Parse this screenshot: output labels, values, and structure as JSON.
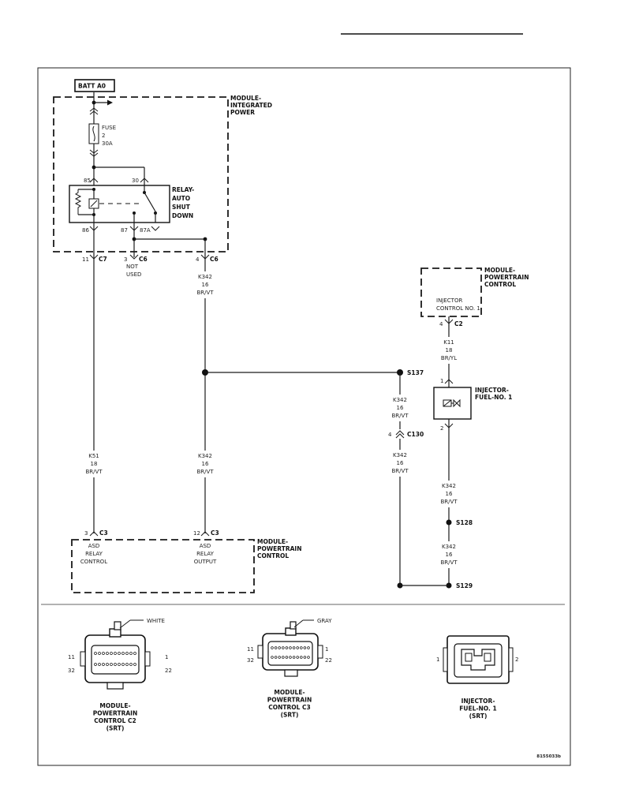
{
  "diagram": {
    "code": "8155033b",
    "batt_label": "BATT A0",
    "modules": {
      "integrated_power": "MODULE-\nINTEGRATED\nPOWER",
      "pcm_top": "MODULE-\nPOWERTRAIN\nCONTROL",
      "pcm_bottom": "MODULE-\nPOWERTRAIN\nCONTROL"
    },
    "fuse": {
      "label": "FUSE",
      "number": "2",
      "rating": "30A"
    },
    "relay": {
      "name": "RELAY-\nAUTO\nSHUT\nDOWN",
      "pins": [
        "85",
        "30",
        "86",
        "87",
        "87A"
      ]
    },
    "connectors": {
      "c7": {
        "pin": "11",
        "name": "C7"
      },
      "c6a": {
        "pin": "3",
        "name": "C6",
        "note": "NOT\nUSED"
      },
      "c6b": {
        "pin": "4",
        "name": "C6"
      },
      "c2": {
        "pin": "4",
        "name": "C2"
      },
      "c130": {
        "pin": "4",
        "name": "C130"
      },
      "c3a": {
        "pin": "3",
        "name": "C3"
      },
      "c3b": {
        "pin": "12",
        "name": "C3"
      }
    },
    "wires": {
      "k342_top": "K342\n16\nBR/VT",
      "k11": "K11\n18\nBR/YL",
      "k342_s137": "K342\n16\nBR/VT",
      "k342_c130": "K342\n16\nBR/VT",
      "k51": "K51\n18\nBR/VT",
      "k342_mid": "K342\n16\nBR/VT",
      "k342_right1": "K342\n16\nBR/VT",
      "k342_right2": "K342\n16\nBR/VT"
    },
    "splices": [
      "S137",
      "S128",
      "S129"
    ],
    "pcm_inputs": {
      "injector_control": "INJECTOR\nCONTROL NO. 1",
      "asd_control": "ASD\nRELAY\nCONTROL",
      "asd_output": "ASD\nRELAY\nOUTPUT"
    },
    "injector": {
      "label": "INJECTOR-\nFUEL-NO. 1",
      "pins": [
        "1",
        "2"
      ]
    }
  },
  "connector_views": [
    {
      "title": "MODULE-\nPOWERTRAIN\nCONTROL C2\n(SRT)",
      "color": "WHITE",
      "pins": [
        "11",
        "32",
        "1",
        "22"
      ]
    },
    {
      "title": "MODULE-\nPOWERTRAIN\nCONTROL C3\n(SRT)",
      "color": "GRAY",
      "pins": [
        "11",
        "32",
        "1",
        "22"
      ]
    },
    {
      "title": "INJECTOR-\nFUEL-NO. 1\n(SRT)",
      "pins": [
        "1",
        "2"
      ]
    }
  ]
}
